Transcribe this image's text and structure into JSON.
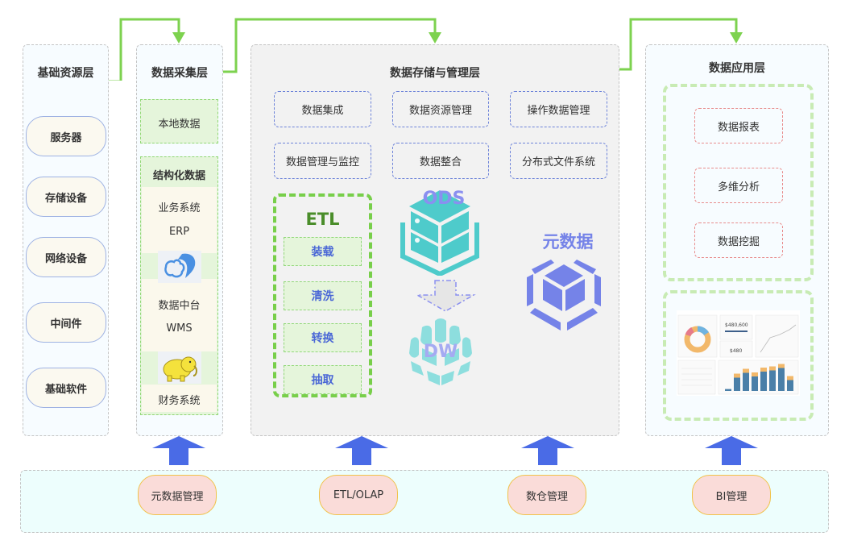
{
  "colors": {
    "connector_green": "#7dd24f",
    "arrow_blue": "#4a6be6",
    "ods_teal": "#4ecbcb",
    "dw_teal": "#8ddede",
    "metadata_purple": "#7583e8",
    "label_purple": "#8a8ff0",
    "etl_green": "#78cf4a",
    "etl_title": "#4a8d2a"
  },
  "infrastructure_layer": {
    "title": "基础资源层",
    "items": [
      "服务器",
      "存储设备",
      "网络设备",
      "中间件",
      "基础软件"
    ]
  },
  "collection_layer": {
    "title": "数据采集层",
    "local_data": "本地数据",
    "structured_title": "结构化数据",
    "items": [
      "业务系统",
      "ERP",
      "数据中台",
      "WMS",
      "财务系统"
    ],
    "icons": [
      "mysql-dolphin-icon",
      "hadoop-elephant-icon"
    ]
  },
  "storage_layer": {
    "title": "数据存储与管理层",
    "modules": [
      "数据集成",
      "数据资源管理",
      "操作数据管理",
      "数据管理与监控",
      "数据整合",
      "分布式文件系统"
    ],
    "etl": {
      "title": "ETL",
      "steps": [
        "装载",
        "清洗",
        "转换",
        "抽取"
      ]
    },
    "ods_label": "ODS",
    "dw_label": "DW",
    "metadata_label": "元数据"
  },
  "application_layer": {
    "title": "数据应用层",
    "items": [
      "数据报表",
      "多维分析",
      "数据挖掘"
    ],
    "dashboard": {
      "kpi_1": "$480,600",
      "kpi_2": "$480",
      "bar_values": [
        0.08,
        0.55,
        0.75,
        0.6,
        0.8,
        0.85,
        0.95,
        0.45
      ]
    }
  },
  "management_bar": {
    "items": [
      "元数据管理",
      "ETL/OLAP",
      "数仓管理",
      "BI管理"
    ]
  }
}
